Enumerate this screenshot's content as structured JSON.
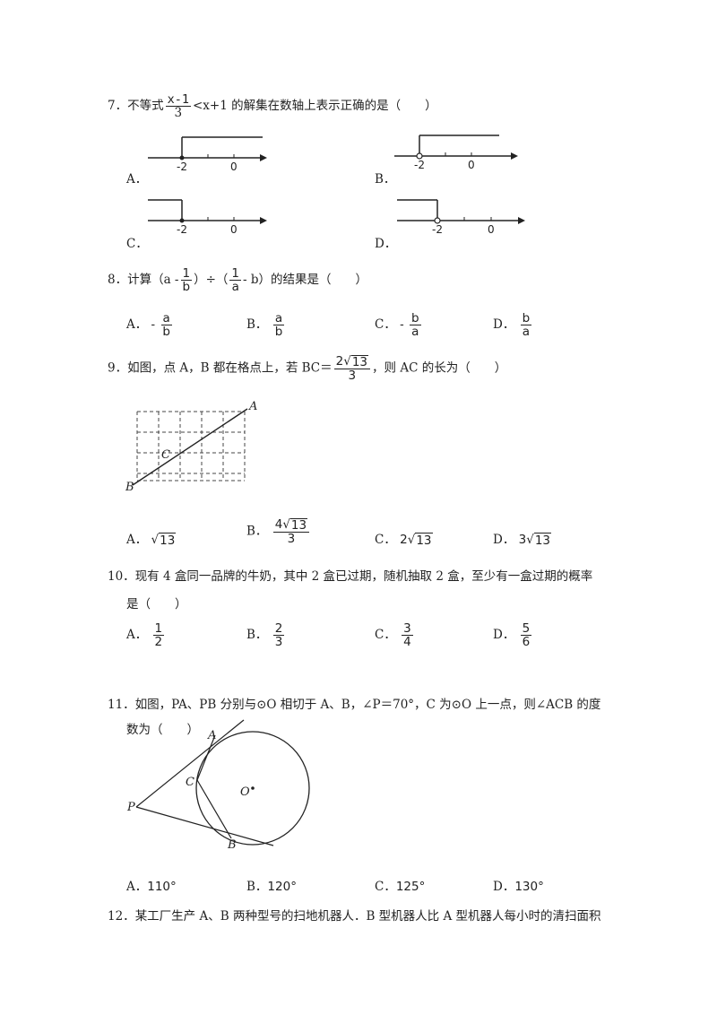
{
  "q7": {
    "num": "7．",
    "pre": "不等式",
    "frac_num": "x-1",
    "frac_den": "3",
    "post": "<x+1 的解集在数轴上表示正确的是（　　）",
    "options": [
      "A．",
      "B．",
      "C．",
      "D．"
    ],
    "tick_neg2": "-2",
    "tick_0": "0"
  },
  "q8": {
    "num": "8．",
    "text_a": "计算（a -",
    "text_b": "）÷（",
    "text_c": "- b）的结果是（　　）",
    "f1_num": "1",
    "f1_den": "b",
    "f2_num": "1",
    "f2_den": "a",
    "options": [
      {
        "label": "A．",
        "sign": "-",
        "num": "a",
        "den": "b"
      },
      {
        "label": "B．",
        "sign": "",
        "num": "a",
        "den": "b"
      },
      {
        "label": "C．",
        "sign": "-",
        "num": "b",
        "den": "a"
      },
      {
        "label": "D．",
        "sign": "",
        "num": "b",
        "den": "a"
      }
    ]
  },
  "q9": {
    "num": "9．",
    "text_a": "如图，点 A，B 都在格点上，若 BC＝",
    "bc_coef": "2",
    "bc_rad": "13",
    "bc_den": "3",
    "text_b": "，则 AC 的长为（　　）",
    "fig_labels": {
      "A": "A",
      "B": "B",
      "C": "C"
    },
    "options": [
      {
        "label": "A．",
        "coef": "",
        "rad": "13"
      },
      {
        "label": "B．",
        "coef": "4",
        "rad": "13",
        "den": "3"
      },
      {
        "label": "C．",
        "coef": "2",
        "rad": "13"
      },
      {
        "label": "D．",
        "coef": "3",
        "rad": "13"
      }
    ]
  },
  "q10": {
    "num": "10．",
    "line1": "现有 4 盒同一品牌的牛奶，其中 2 盒已过期，随机抽取 2 盒，至少有一盒过期的概率",
    "line2": "是（　　）",
    "options": [
      {
        "label": "A．",
        "num": "1",
        "den": "2"
      },
      {
        "label": "B．",
        "num": "2",
        "den": "3"
      },
      {
        "label": "C．",
        "num": "3",
        "den": "4"
      },
      {
        "label": "D．",
        "num": "5",
        "den": "6"
      }
    ]
  },
  "q11": {
    "num": "11．",
    "line1": "如图，PA、PB 分别与⊙O 相切于 A、B，∠P＝70°，C 为⊙O 上一点，则∠ACB 的度",
    "line2": "数为（　　）",
    "fig_labels": {
      "A": "A",
      "B": "B",
      "C": "C",
      "O": "O",
      "P": "P"
    },
    "options": [
      {
        "label": "A．",
        "value": "110°"
      },
      {
        "label": "B．",
        "value": "120°"
      },
      {
        "label": "C．",
        "value": "125°"
      },
      {
        "label": "D．",
        "value": "130°"
      }
    ]
  },
  "q12": {
    "num": "12．",
    "line1": "某工厂生产 A、B 两种型号的扫地机器人．B 型机器人比 A 型机器人每小时的清扫面积"
  }
}
